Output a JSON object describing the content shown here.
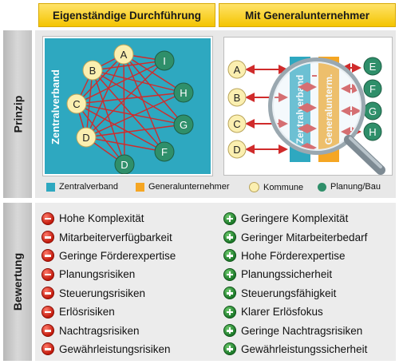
{
  "headers": {
    "left": "Eigenständige Durchführung",
    "right": "Mit Generalunternehmer"
  },
  "rows": {
    "principle": "Prinzip",
    "evaluation": "Bewertung"
  },
  "diagram_left": {
    "center_label": "Zentralverband",
    "kommune_nodes": [
      "A",
      "B",
      "C",
      "D"
    ],
    "planung_nodes": [
      "I",
      "H",
      "G",
      "F",
      "D"
    ]
  },
  "diagram_right": {
    "label_zentral": "Zentralverband",
    "label_gu": "Generalunterm.",
    "kommune_nodes": [
      "A",
      "B",
      "C",
      "D"
    ],
    "planung_nodes": [
      "E",
      "F",
      "G",
      "H"
    ]
  },
  "legend": {
    "zentralverband": "Zentralverband",
    "generalunternehmer": "Generalunternehmer",
    "kommune": "Kommune",
    "planung": "Planung/Bau"
  },
  "colors": {
    "teal": "#2ea8c0",
    "orange": "#f5a623",
    "kommune": "#fbefb0",
    "planung": "#2f8f6a",
    "red_line": "#d02b2b"
  },
  "cons": [
    "Hohe Komplexität",
    "Mitarbeiterverfügbarkeit",
    "Geringe Förderexpertise",
    "Planungsrisiken",
    "Steuerungsrisiken",
    "Erlösrisiken",
    "Nachtragsrisiken",
    "Gewährleistungsrisiken"
  ],
  "pros": [
    "Geringere Komplexität",
    "Geringer Mitarbeiterbedarf",
    "Hohe Förderexpertise",
    "Planungssicherheit",
    "Steuerungsfähigkeit",
    "Klarer Erlösfokus",
    "Geringe Nachtragsrisiken",
    "Gewährleistungssicherheit"
  ]
}
